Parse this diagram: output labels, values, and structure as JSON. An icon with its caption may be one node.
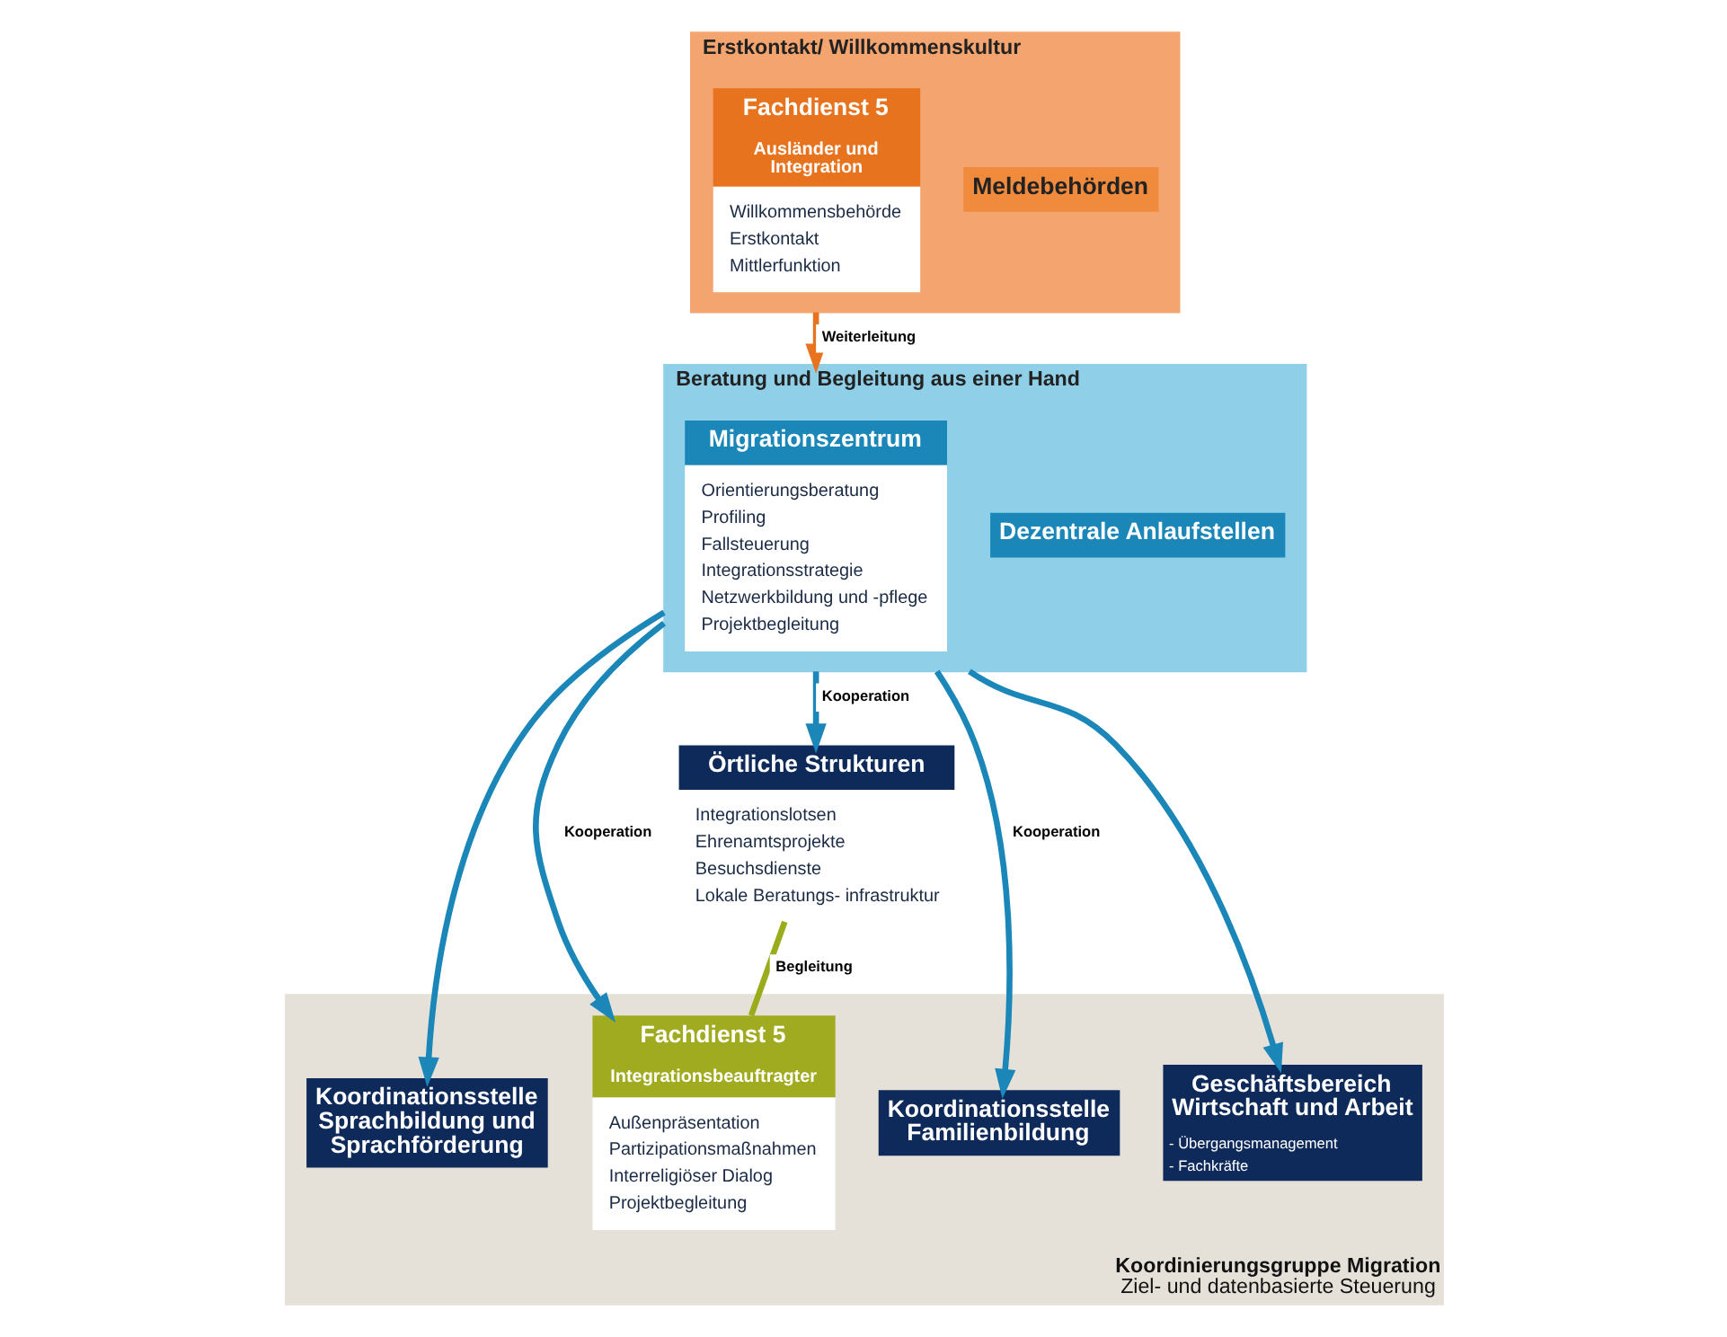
{
  "diagram": {
    "nodes": [
      {
        "text": [
          "Erstkontakt/ Willkommenskultur"
        ]
      },
      {
        "text": [
          "Meldebehörden"
        ],
        "in": 0
      },
      {
        "text": [
          "Fachdienst 5",
          "Ausländer und Integration",
          "Willkommensbehörde",
          "Erstkontakt",
          "Mittlerfunktion"
        ],
        "in": 0
      },
      {
        "text": [
          "Örtliche Strukturen",
          "Integrationslotsen",
          "Ehrenamtsprojekte",
          "Besuchsdienste",
          "Lokale Beratungs- infrastruktur"
        ]
      },
      {
        "text": [
          "Beratung und Begleitung aus einer Hand"
        ]
      },
      {
        "text": [
          "Dezentrale Anlaufstellen"
        ],
        "in": 4
      },
      {
        "text": [
          "Migrationszentrum",
          "Orientierungsberatung",
          "Profiling",
          "Fallsteuerung",
          "Integrationsstrategie",
          "Netzwerkbildung und -pflege",
          "Projektbegleitung"
        ],
        "in": 4
      },
      {
        "text": [
          "Koordinierungsgruppe Migration",
          "Ziel- und datenbasierte Steuerung"
        ]
      },
      {
        "text": [
          "Koordinationsstelle Sprachbildung und Sprachförderung"
        ],
        "in": 7
      },
      {
        "text": [
          "Koordinationsstelle Familienbildung"
        ],
        "in": 7
      },
      {
        "text": [
          "Geschäftsbereich Wirtschaft und Arbeit",
          "- Übergangsmanagement",
          "- Fachkräfte"
        ],
        "in": 7
      },
      {
        "text": [
          "Fachdienst 5",
          "Integrationsbeauftragter",
          "Außenpräsentation",
          "Partizipationsmaßnahmen",
          "Interreligiöser Dialog",
          "Projektbegleitung"
        ],
        "in": 7
      }
    ],
    "edges": [
      {
        "from": 0,
        "to": 4,
        "arrow": "to",
        "label": "Weiterleitung",
        "color": "#e8731e"
      },
      {
        "from": 4,
        "to": 3,
        "arrow": "to",
        "label": "Kooperation"
      },
      {
        "from": 4,
        "to": 8,
        "arrow": "to"
      },
      {
        "from": 4,
        "to": 9,
        "arrow": "to",
        "label": "Kooperation"
      },
      {
        "from": 4,
        "to": 10,
        "arrow": "to"
      },
      {
        "from": 4,
        "to": 11,
        "arrow": "to",
        "label": "Kooperation"
      },
      {
        "from": 3,
        "to": 11,
        "arrow": "none",
        "label": "Begleitung",
        "color": "#9aab1c"
      }
    ]
  }
}
